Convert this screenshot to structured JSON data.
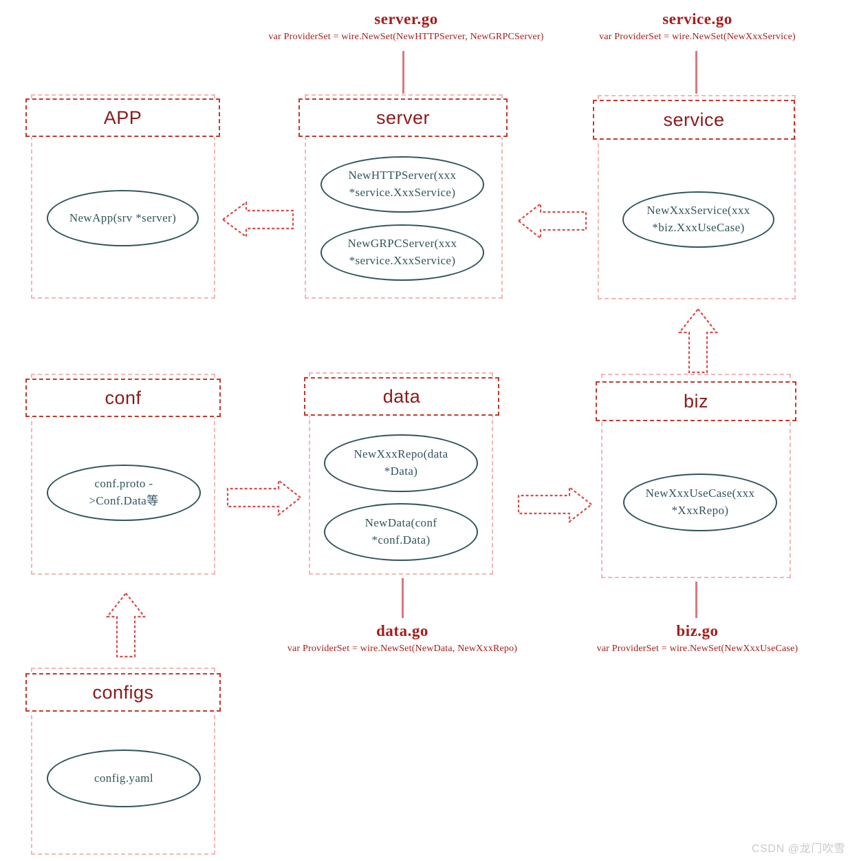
{
  "diagram": {
    "title": "Kratos project layout / wire ProviderSet dependency diagram",
    "colors": {
      "header_border": "#c0392b",
      "body_border": "#f3b6b6",
      "title_text": "#8b1a1a",
      "ellipse_stroke": "#31555b",
      "note_text": "#a51c1c",
      "arrow_stroke": "#d94a4a",
      "connector": "#d9787d",
      "watermark": "#c9c9c9"
    }
  },
  "modules": {
    "app": {
      "title": "APP",
      "nodes": [
        {
          "text": "NewApp(srv *server)"
        }
      ]
    },
    "server": {
      "title": "server",
      "nodes": [
        {
          "text": "NewHTTPServer(xxx\n*service.XxxService)"
        },
        {
          "text": "NewGRPCServer(xxx\n*service.XxxService)"
        }
      ]
    },
    "service": {
      "title": "service",
      "nodes": [
        {
          "text": "NewXxxService(xxx\n*biz.XxxUseCase)"
        }
      ]
    },
    "conf": {
      "title": "conf",
      "nodes": [
        {
          "text": "conf.proto -\n>Conf.Data等"
        }
      ]
    },
    "data": {
      "title": "data",
      "nodes": [
        {
          "text": "NewXxxRepo(data\n*Data)"
        },
        {
          "text": "NewData(conf\n*conf.Data)"
        }
      ]
    },
    "biz": {
      "title": "biz",
      "nodes": [
        {
          "text": "NewXxxUseCase(xxx\n*XxxRepo)"
        }
      ]
    },
    "configs": {
      "title": "configs",
      "nodes": [
        {
          "text": "config.yaml"
        }
      ]
    }
  },
  "notes": {
    "server_go": {
      "title": "server.go",
      "sub": "var ProviderSet = wire.NewSet(NewHTTPServer, NewGRPCServer)"
    },
    "service_go": {
      "title": "service.go",
      "sub": "var ProviderSet = wire.NewSet(NewXxxService)"
    },
    "data_go": {
      "title": "data.go",
      "sub": "var ProviderSet = wire.NewSet(NewData, NewXxxRepo)"
    },
    "biz_go": {
      "title": "biz.go",
      "sub": "var ProviderSet = wire.NewSet(NewXxxUseCase)"
    }
  },
  "arrows": [
    {
      "name": "server-to-app",
      "direction": "left"
    },
    {
      "name": "service-to-server",
      "direction": "left"
    },
    {
      "name": "biz-to-service",
      "direction": "up"
    },
    {
      "name": "conf-to-data",
      "direction": "right"
    },
    {
      "name": "data-to-biz",
      "direction": "right"
    },
    {
      "name": "configs-to-conf",
      "direction": "up"
    }
  ],
  "watermark": {
    "text": "CSDN @龙门吹雪"
  }
}
